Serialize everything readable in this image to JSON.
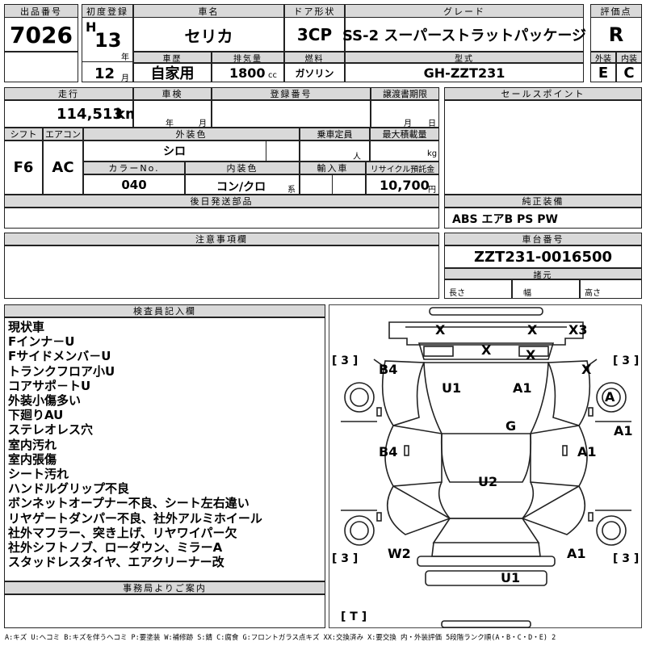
{
  "header": {
    "lot_label": "出品番号",
    "lot_no": "7026",
    "first_reg_label": "初度登録",
    "era": "H",
    "year": "13",
    "year_unit": "年",
    "month": "12",
    "month_unit": "月",
    "car_name_label": "車名",
    "car_name": "セリカ",
    "door_label": "ドア形状",
    "door": "3CP",
    "grade_label": "グレード",
    "grade": "SS-2 スーパーストラットパッケージ",
    "score_label": "評価点",
    "score": "R",
    "history_label": "車歴",
    "history": "自家用",
    "displacement_label": "排気量",
    "displacement": "1800",
    "displacement_unit": "cc",
    "fuel_label": "燃料",
    "fuel": "ガソリン",
    "model_label": "型式",
    "model": "GH-ZZT231",
    "ext_label": "外装",
    "ext_grade": "E",
    "int_label": "内装",
    "int_grade": "C"
  },
  "row2": {
    "mileage_label": "走行",
    "mileage": "114,513",
    "mileage_unit": "km",
    "inspection_label": "車検",
    "insp_year_unit": "年",
    "insp_month_unit": "月",
    "reg_no_label": "登録番号",
    "transfer_label": "譲渡書期限",
    "transfer_month_unit": "月",
    "transfer_day_unit": "日",
    "selling_label": "セールスポイント",
    "shift_label": "シフト",
    "shift": "F6",
    "aircon_label": "エアコン",
    "aircon": "AC",
    "ext_color_label": "外装色",
    "ext_color": "シロ",
    "capacity_label": "乗車定員",
    "capacity_unit": "人",
    "load_label": "最大積載量",
    "load_unit": "kg",
    "color_no_label": "カラーNo.",
    "color_no": "040",
    "int_color_label": "内装色",
    "int_color": "コン/クロ",
    "int_color_unit": "系",
    "import_label": "輸入車",
    "recycle_label": "リサイクル預託金",
    "recycle": "10,700",
    "recycle_unit": "円",
    "later_parts_label": "後日発送部品",
    "equip_label": "純正装備",
    "equip": "ABS エアB PS PW"
  },
  "notes_section": {
    "notes_label": "注意事項欄",
    "chassis_label": "車台番号",
    "chassis": "ZZT231-0016500",
    "spec_label": "諸元",
    "length_label": "長さ",
    "width_label": "幅",
    "height_label": "高さ"
  },
  "inspector": {
    "label": "検査員記入欄",
    "lines": [
      "現状車",
      "Fインナ－U",
      "Fサイドメンバ－U",
      "トランクフロア小U",
      "コアサポ－トU",
      "外装小傷多い",
      "下廻りAU",
      "ステレオレス穴",
      "室内汚れ",
      "室内張傷",
      "シート汚れ",
      "ハンドルグリップ不良",
      "ボンネットオープナー不良、シート左右違い",
      "リヤゲートダンパー不良、社外アルミホイール",
      "社外マフラー、突き上げ、リヤワイパー欠",
      "社外シフトノブ、ローダウン、ミラーA",
      "スタッドレスタイヤ、エアクリーナー改"
    ],
    "office_label": "事務局よりご案内"
  },
  "diagram": {
    "marks": {
      "front_x1": "X",
      "front_x2": "X",
      "front_x3": "X3",
      "glass_x1": "X",
      "glass_x2": "X",
      "b4_upper": "B4",
      "u1": "U1",
      "a1_upper": "A1",
      "x_right": "X",
      "a_wheel": "A",
      "g": "G",
      "a1_edge": "A1",
      "b4_lower": "B4",
      "a1_lower": "A1",
      "u2": "U2",
      "w2": "W2",
      "a1_rear": "A1",
      "u1_rear": "U1",
      "tire_fl": "3",
      "tire_fr": "3",
      "tire_rl": "3",
      "tire_rr": "3",
      "spare": "T"
    }
  },
  "legend": "A:キズ U:ヘコミ B:キズを伴うヘコミ P:要塗装 W:補修跡 S:錆 C:腐食 G:フロントガラス点キズ XX:交換済み X:要交換 内・外装評価 5段階ランク順(A・B・C・D・E) 2"
}
